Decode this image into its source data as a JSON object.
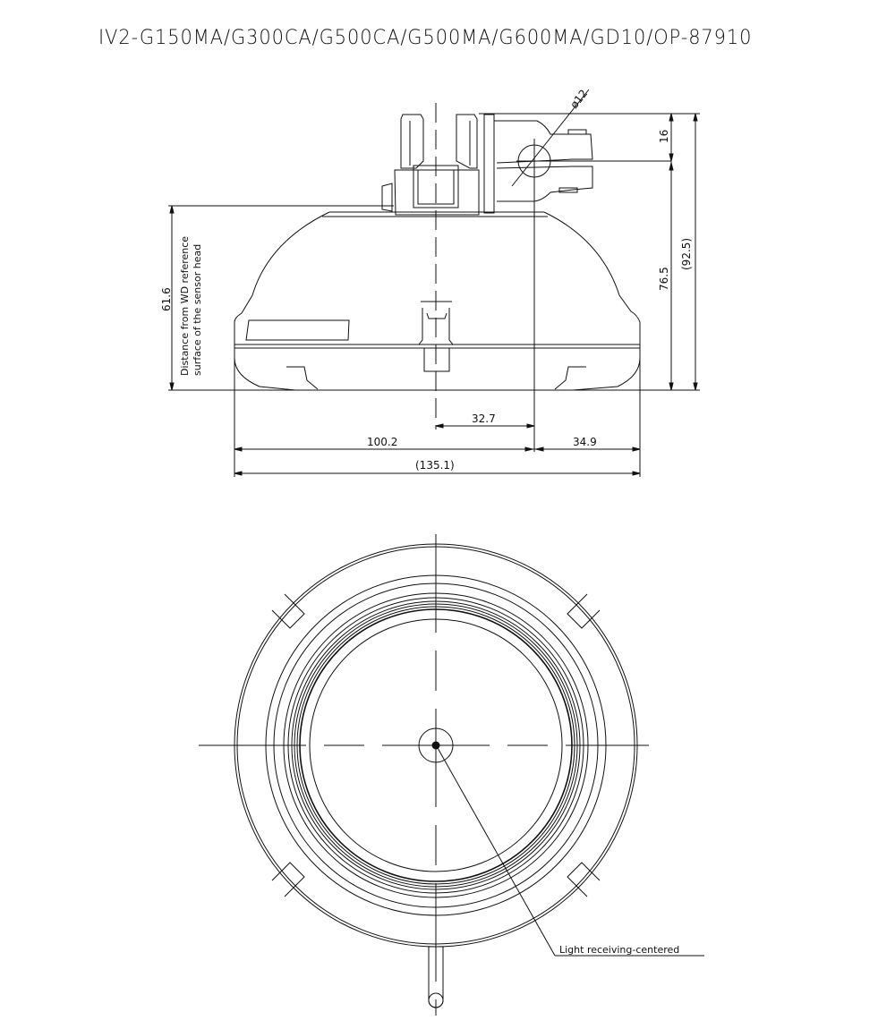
{
  "title": "IV2-G150MA/G300CA/G500CA/G500MA/G600MA/GD10/OP-87910",
  "side_view": {
    "dimensions": {
      "diameter": "ø12",
      "height_top_16": "16",
      "height_76_5": "76.5",
      "height_total": "(92.5)",
      "wd_distance": "61.6",
      "width_32_7": "32.7",
      "width_100_2": "100.2",
      "width_34_9": "34.9",
      "width_total": "(135.1)"
    },
    "wd_note_line1": "Distance from WD reference",
    "wd_note_line2": "surface of the sensor head"
  },
  "top_view": {
    "callout": "Light receiving-centered"
  },
  "colors": {
    "line": "#111111",
    "background": "#ffffff"
  }
}
